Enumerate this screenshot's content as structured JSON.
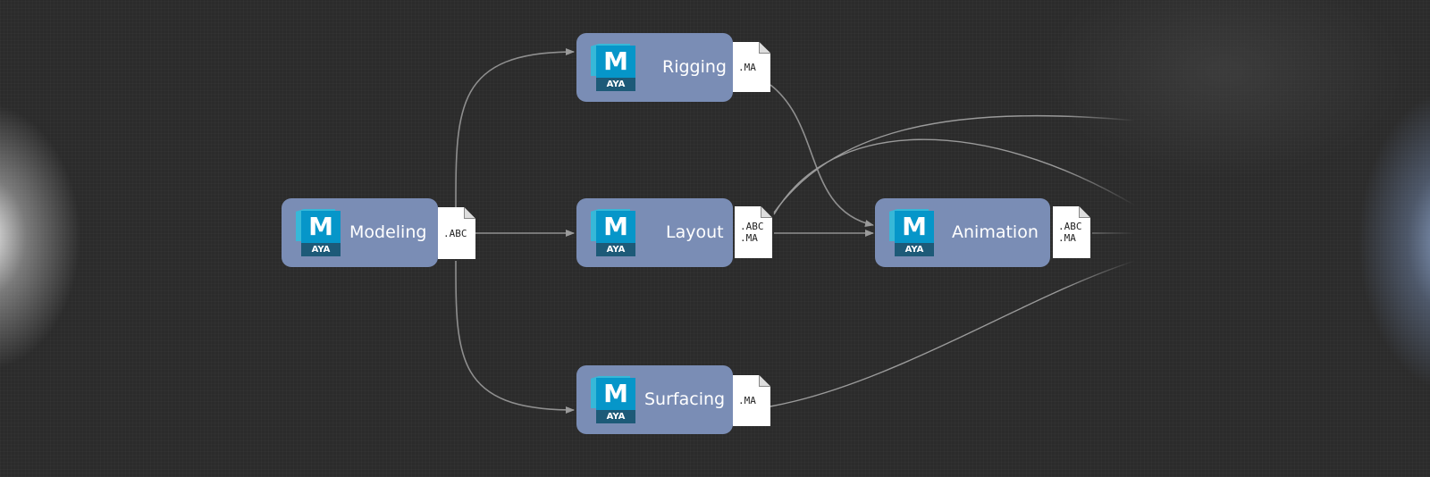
{
  "nodes": {
    "modeling": {
      "label": "Modeling",
      "app_letter": "M",
      "app_tag": "AYA",
      "output": [
        ".ABC"
      ]
    },
    "rigging": {
      "label": "Rigging",
      "app_letter": "M",
      "app_tag": "AYA",
      "output": [
        ".MA"
      ]
    },
    "layout": {
      "label": "Layout",
      "app_letter": "M",
      "app_tag": "AYA",
      "output": [
        ".ABC",
        ".MA"
      ]
    },
    "surfacing": {
      "label": "Surfacing",
      "app_letter": "M",
      "app_tag": "AYA",
      "output": [
        ".MA"
      ]
    },
    "animation": {
      "label": "Animation",
      "app_letter": "M",
      "app_tag": "AYA",
      "output": [
        ".ABC",
        ".MA"
      ]
    }
  },
  "edges": [
    [
      "modeling",
      "rigging"
    ],
    [
      "modeling",
      "layout"
    ],
    [
      "modeling",
      "surfacing"
    ],
    [
      "rigging",
      "animation"
    ],
    [
      "layout",
      "animation"
    ]
  ],
  "colors": {
    "node": "#7a8db5",
    "background": "#2b2b2b",
    "edge": "#8a8a8a",
    "logo": "#0696c9"
  }
}
